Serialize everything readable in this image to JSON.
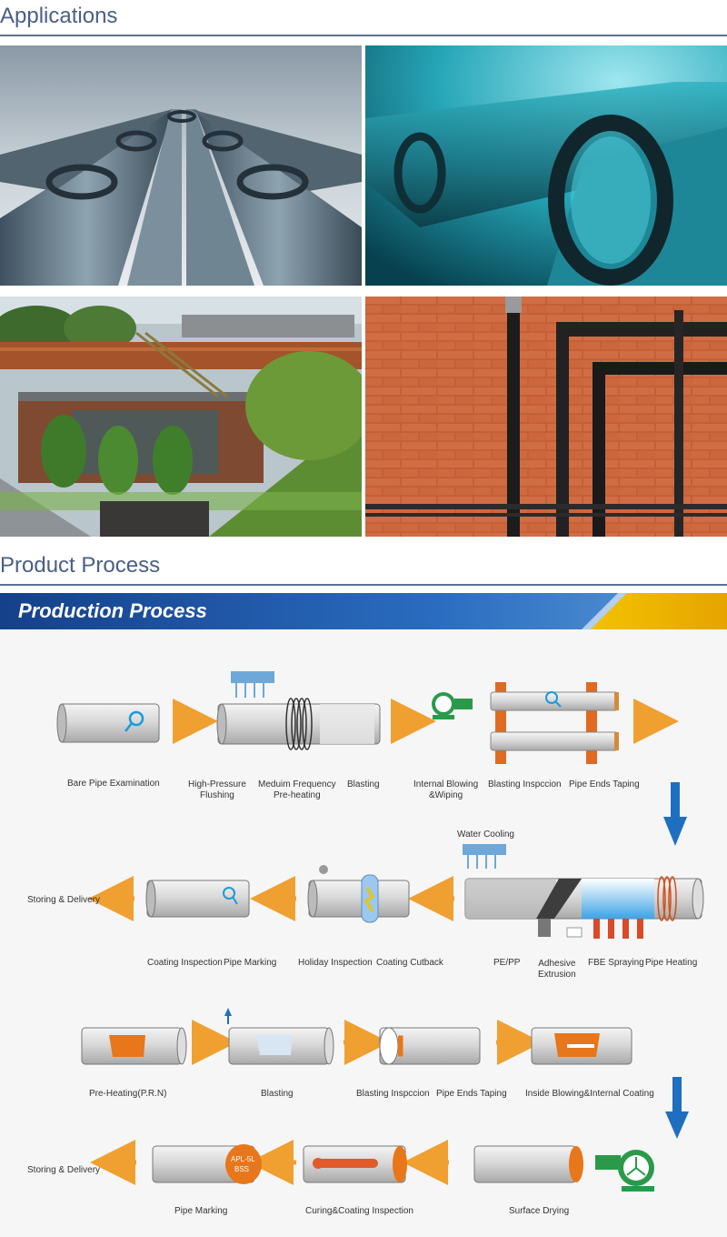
{
  "sections": {
    "applications_title": "Applications",
    "process_title": "Product Process"
  },
  "banner": {
    "title": "Production Process"
  },
  "photos": [
    {
      "name": "elevated-pipeline-photo"
    },
    {
      "name": "underwater-pipe-photo"
    },
    {
      "name": "industrial-plant-pipe-photo"
    },
    {
      "name": "brick-wall-pipes-photo"
    }
  ],
  "process": {
    "row1": [
      "Bare Pipe Examination",
      "High-Pressure\nFlushing",
      "Meduim Frequency\nPre-heating",
      "Blasting",
      "Internal Blowing\n&Wiping",
      "Blasting Inspccion",
      "Pipe Ends Taping"
    ],
    "row2_top": "Water Cooling",
    "row2": [
      "Storing & Delivery",
      "Coating Inspection",
      "Pipe Marking",
      "Holiday Inspection",
      "Coating Cutback",
      "PE/PP",
      "Adhesive\nExtrusion",
      "FBE Spraying",
      "Pipe Heating"
    ],
    "row3": [
      "Pre-Heating(P.R.N)",
      "Blasting",
      "Blasting Inspccion",
      "Pipe Ends Taping",
      "Inside Blowing&Internal Coating"
    ],
    "row4": [
      "Storing & Delivery",
      "Pipe Marking",
      "Curing&Coating Inspection",
      "Surface Drying"
    ],
    "stamp": [
      "APL-5L",
      "BSS"
    ]
  },
  "colors": {
    "title": "#4a5f86",
    "arrow": "#f0a030",
    "down_arrow": "#1f6fc0",
    "banner": "#1d5aa8",
    "banner_accent": "#e8b800"
  }
}
